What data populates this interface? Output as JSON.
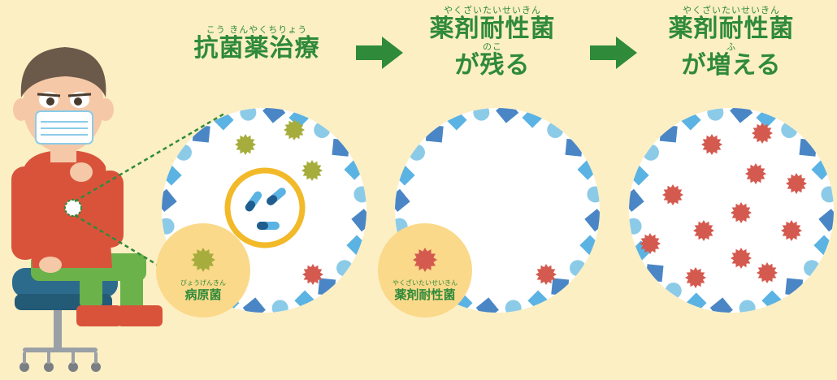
{
  "steps": [
    {
      "ruby": "こう きんやくちりょう",
      "title": "抗菌薬治療",
      "ruby2": "",
      "title2": ""
    },
    {
      "ruby": "やくざいたいせいきん",
      "title": "薬剤耐性菌",
      "ruby2": "のこ",
      "title2": "が残る"
    },
    {
      "ruby": "やくざいたいせいきん",
      "title": "薬剤耐性菌",
      "ruby2": "ふ",
      "title2": "が増える"
    }
  ],
  "badges": {
    "pathogen": {
      "ruby": "びょうげんきん",
      "label": "病原菌"
    },
    "resistant": {
      "ruby": "やくざいたいせいきん",
      "label": "薬剤耐性菌"
    }
  },
  "colors": {
    "background": "#fcefc4",
    "heading": "#2f8a3a",
    "arrow": "#2f8a3a",
    "pathogen": "#a6ad3c",
    "resistant": "#d45a4f",
    "cell_blue": "#4a86c5",
    "cell_light": "#8ccbe8",
    "cell_mid": "#5bb3e3",
    "badge": "#fbd98a",
    "capsule_ring": "#f2b928",
    "shirt": "#d9533b",
    "pants": "#6cb24a",
    "chair": "#2c6b8c"
  }
}
